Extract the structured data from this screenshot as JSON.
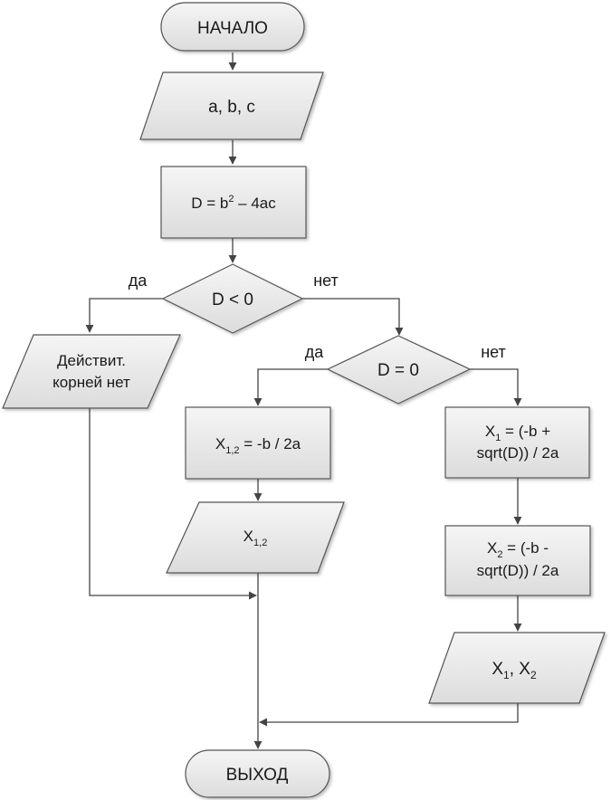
{
  "nodes": {
    "start": "НАЧАЛО",
    "input_abc": "a, b, c",
    "calc_d": {
      "main": "D = b",
      "sup": "2",
      "rest": " – 4ac"
    },
    "cond_d_neg": "D < 0",
    "no_roots_line1": "Действит.",
    "no_roots_line2": "корней нет",
    "cond_d_zero": "D = 0",
    "x12_calc": {
      "main": "X",
      "sub": "1,2",
      "rest": " = -b / 2a"
    },
    "x12_output": {
      "main": "X",
      "sub": "1,2"
    },
    "x1_calc": {
      "main": "X",
      "sub": "1",
      "rest1": " = (-b +",
      "line2": "sqrt(D)) / 2a"
    },
    "x2_calc": {
      "main": "X",
      "sub": "2",
      "rest1": " = (-b -",
      "line2": "sqrt(D)) / 2a"
    },
    "x1x2_output": {
      "x": "X",
      "sub1": "1",
      "sep": ", X",
      "sub2": "2"
    },
    "end": "ВЫХОД"
  },
  "edge_labels": {
    "d_neg_yes": "да",
    "d_neg_no": "нет",
    "d_zero_yes": "да",
    "d_zero_no": "нет"
  },
  "colors": {
    "shape_fill_top": "#f4f4f4",
    "shape_fill_bottom": "#dedede",
    "stroke": "#555555",
    "line": "#444444"
  }
}
